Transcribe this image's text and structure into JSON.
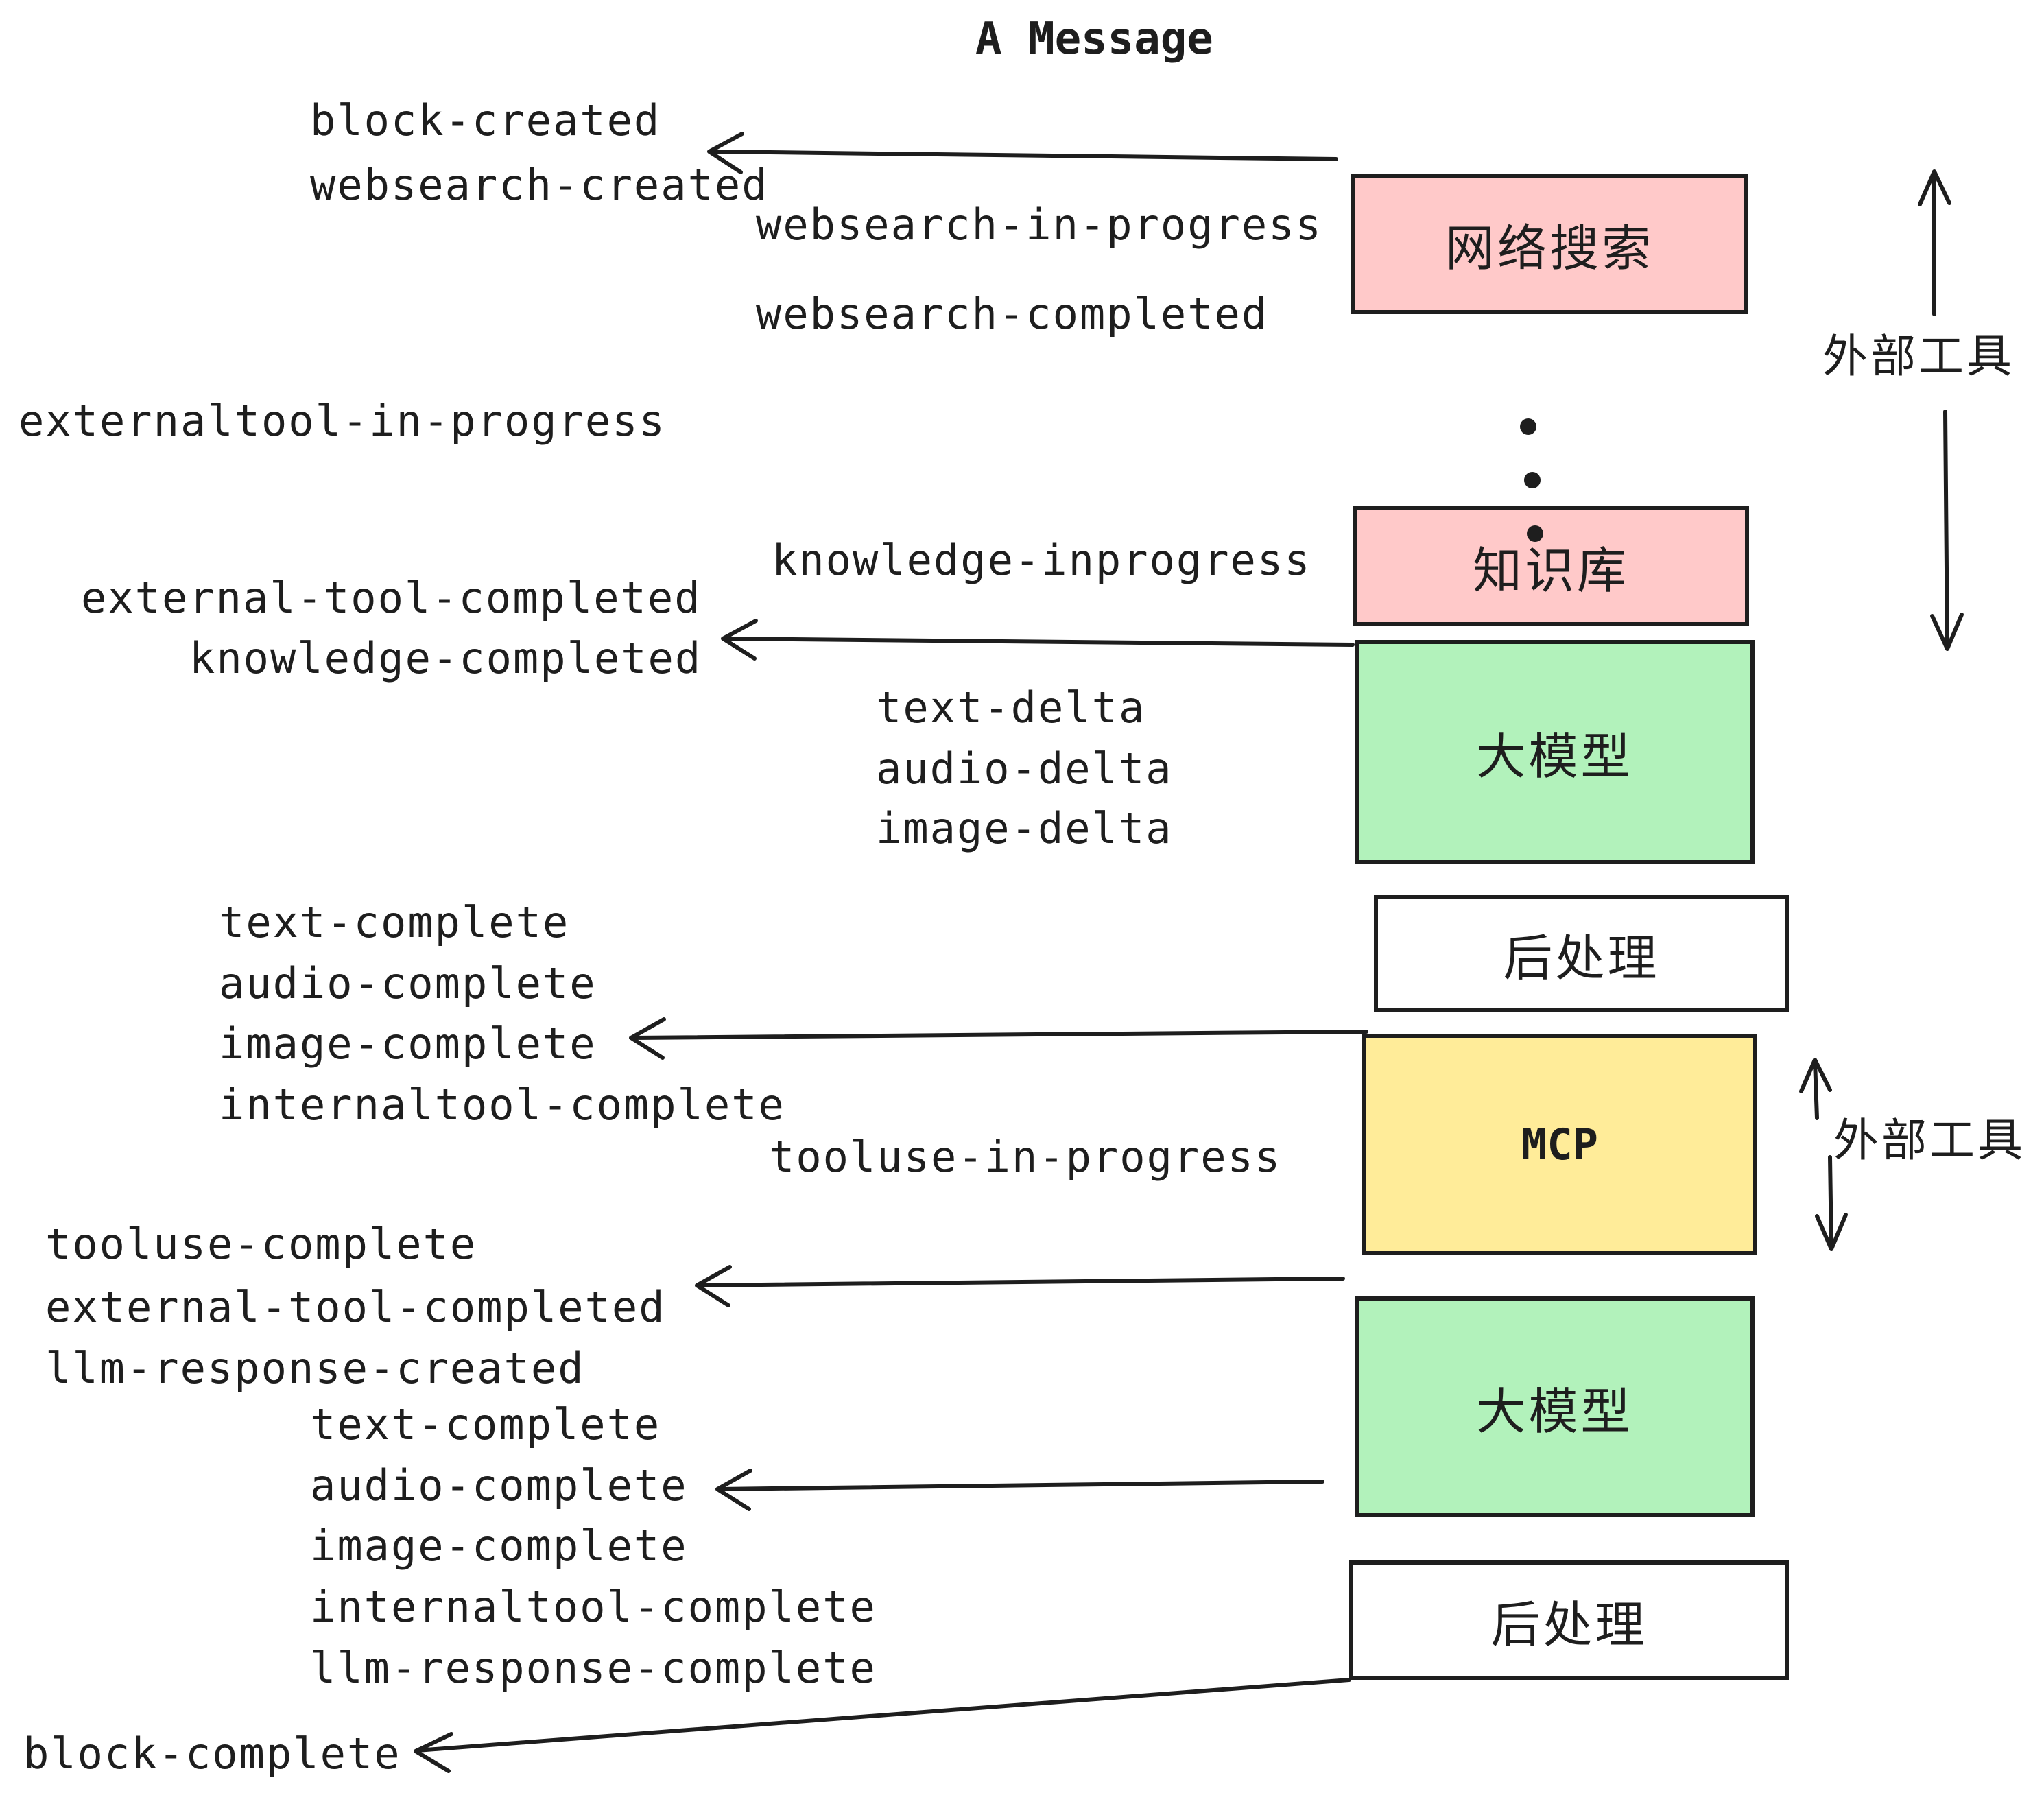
{
  "title": "A Message",
  "palette": {
    "stroke": "#1e1e1e",
    "pink": "#ffc9c9",
    "green": "#b2f2bb",
    "yellow": "#ffec99",
    "white": "#ffffff"
  },
  "event_labels": [
    {
      "id": "block-created",
      "text": "block-created"
    },
    {
      "id": "websearch-created",
      "text": "websearch-created"
    },
    {
      "id": "websearch-in-progress",
      "text": "websearch-in-progress"
    },
    {
      "id": "websearch-completed",
      "text": "websearch-completed"
    },
    {
      "id": "externaltool-in-progress",
      "text": "externaltool-in-progress"
    },
    {
      "id": "knowledge-inprogress",
      "text": "knowledge-inprogress"
    },
    {
      "id": "external-tool-completed-1",
      "text": "external-tool-completed"
    },
    {
      "id": "knowledge-completed",
      "text": "knowledge-completed"
    },
    {
      "id": "text-delta-1",
      "text": "text-delta"
    },
    {
      "id": "audio-delta-1",
      "text": "audio-delta"
    },
    {
      "id": "image-delta-1",
      "text": "image-delta"
    },
    {
      "id": "text-complete-1",
      "text": "text-complete"
    },
    {
      "id": "audio-complete-1",
      "text": "audio-complete"
    },
    {
      "id": "image-complete-1",
      "text": "image-complete"
    },
    {
      "id": "internaltool-complete-1",
      "text": "internaltool-complete"
    },
    {
      "id": "tooluse-in-progress",
      "text": "tooluse-in-progress"
    },
    {
      "id": "tooluse-complete",
      "text": "tooluse-complete"
    },
    {
      "id": "external-tool-completed-2",
      "text": "external-tool-completed"
    },
    {
      "id": "llm-response-created",
      "text": "llm-response-created"
    },
    {
      "id": "text-complete-2",
      "text": "text-complete"
    },
    {
      "id": "audio-complete-2",
      "text": "audio-complete"
    },
    {
      "id": "image-complete-2",
      "text": "image-complete"
    },
    {
      "id": "internaltool-complete-2",
      "text": "internaltool-complete"
    },
    {
      "id": "llm-response-complete",
      "text": "llm-response-complete"
    },
    {
      "id": "block-complete",
      "text": "block-complete"
    }
  ],
  "boxes": [
    {
      "id": "websearch",
      "label": "网络搜索",
      "color": "pink"
    },
    {
      "id": "knowledge",
      "label": "知识库",
      "color": "pink"
    },
    {
      "id": "llm-1",
      "label": "大模型",
      "color": "green"
    },
    {
      "id": "post-1",
      "label": "后处理",
      "color": "white"
    },
    {
      "id": "mcp",
      "label": "MCP",
      "color": "yellow"
    },
    {
      "id": "llm-2",
      "label": "大模型",
      "color": "green"
    },
    {
      "id": "post-2",
      "label": "后处理",
      "color": "white"
    }
  ],
  "side_labels": [
    {
      "id": "external-tools-1",
      "text": "外部工具"
    },
    {
      "id": "external-tools-2",
      "text": "外部工具"
    }
  ],
  "ellipsis_dot_count": 3,
  "arrows": [
    {
      "id": "arrow-to-block-created",
      "from": "websearch-box-top",
      "to": "block-created / websearch-created",
      "direction": "left"
    },
    {
      "id": "arrow-to-knowledge-completed",
      "from": "llm-1-box-top",
      "to": "external-tool-completed / knowledge-completed",
      "direction": "left"
    },
    {
      "id": "arrow-to-image-complete",
      "from": "post-1-box",
      "to": "image-complete group",
      "direction": "left"
    },
    {
      "id": "arrow-to-tooluse-complete",
      "from": "llm-2-box-top",
      "to": "tooluse-complete group",
      "direction": "left"
    },
    {
      "id": "arrow-to-audio-complete",
      "from": "llm-2-box-bottom",
      "to": "audio-complete group",
      "direction": "left"
    },
    {
      "id": "arrow-to-block-complete",
      "from": "post-2-box-bottom",
      "to": "block-complete",
      "direction": "left"
    },
    {
      "id": "external-tools-span-1-up",
      "near": "websearch/knowledge",
      "direction": "up"
    },
    {
      "id": "external-tools-span-1-down",
      "near": "websearch/knowledge",
      "direction": "down"
    },
    {
      "id": "external-tools-span-2-up",
      "near": "mcp",
      "direction": "up"
    },
    {
      "id": "external-tools-span-2-down",
      "near": "mcp",
      "direction": "down"
    }
  ]
}
